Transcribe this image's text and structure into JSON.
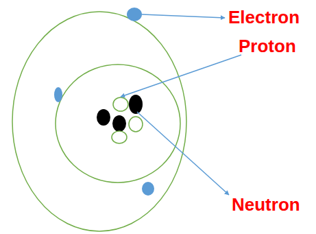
{
  "diagram": {
    "labels": [
      "Electron",
      "Proton",
      "Neutron"
    ]
  }
}
